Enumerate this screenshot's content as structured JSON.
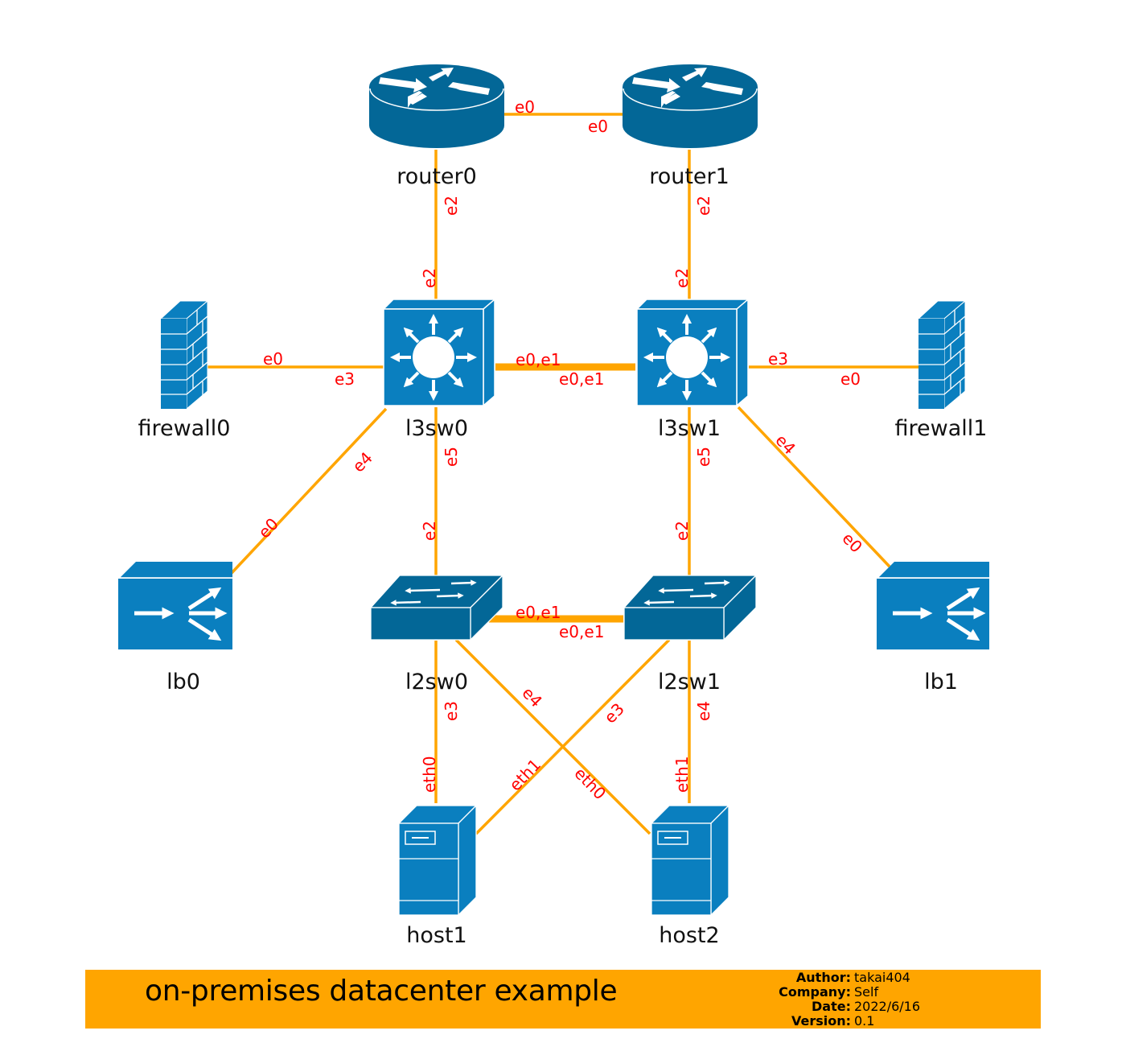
{
  "diagram": {
    "colors": {
      "link": "#ffa500",
      "port_label": "#ff0000",
      "device_dark": "#036797",
      "device": "#0a7fbf",
      "footer_bg": "#ffa500"
    },
    "nodes": [
      {
        "id": "router0",
        "label": "router0",
        "type": "router"
      },
      {
        "id": "router1",
        "label": "router1",
        "type": "router"
      },
      {
        "id": "l3sw0",
        "label": "l3sw0",
        "type": "l3-switch"
      },
      {
        "id": "l3sw1",
        "label": "l3sw1",
        "type": "l3-switch"
      },
      {
        "id": "firewall0",
        "label": "firewall0",
        "type": "firewall"
      },
      {
        "id": "firewall1",
        "label": "firewall1",
        "type": "firewall"
      },
      {
        "id": "lb0",
        "label": "lb0",
        "type": "load-balancer"
      },
      {
        "id": "lb1",
        "label": "lb1",
        "type": "load-balancer"
      },
      {
        "id": "l2sw0",
        "label": "l2sw0",
        "type": "l2-switch"
      },
      {
        "id": "l2sw1",
        "label": "l2sw1",
        "type": "l2-switch"
      },
      {
        "id": "host1",
        "label": "host1",
        "type": "server"
      },
      {
        "id": "host2",
        "label": "host2",
        "type": "server"
      }
    ],
    "links": [
      {
        "from": "router0",
        "from_port": "e0",
        "to": "router1",
        "to_port": "e0",
        "bundle": false
      },
      {
        "from": "router0",
        "from_port": "e2",
        "to": "l3sw0",
        "to_port": "e2",
        "bundle": false
      },
      {
        "from": "router1",
        "from_port": "e2",
        "to": "l3sw1",
        "to_port": "e2",
        "bundle": false
      },
      {
        "from": "firewall0",
        "from_port": "e0",
        "to": "l3sw0",
        "to_port": "e3",
        "bundle": false
      },
      {
        "from": "l3sw0",
        "from_port": "e0,e1",
        "to": "l3sw1",
        "to_port": "e0,e1",
        "bundle": true
      },
      {
        "from": "l3sw1",
        "from_port": "e3",
        "to": "firewall1",
        "to_port": "e0",
        "bundle": false
      },
      {
        "from": "l3sw0",
        "from_port": "e4",
        "to": "lb0",
        "to_port": "e0",
        "bundle": false
      },
      {
        "from": "l3sw0",
        "from_port": "e5",
        "to": "l2sw0",
        "to_port": "e2",
        "bundle": false
      },
      {
        "from": "l3sw1",
        "from_port": "e5",
        "to": "l2sw1",
        "to_port": "e2",
        "bundle": false
      },
      {
        "from": "l3sw1",
        "from_port": "e4",
        "to": "lb1",
        "to_port": "e0",
        "bundle": false
      },
      {
        "from": "l2sw0",
        "from_port": "e0,e1",
        "to": "l2sw1",
        "to_port": "e0,e1",
        "bundle": true
      },
      {
        "from": "l2sw0",
        "from_port": "e3",
        "to": "host1",
        "to_port": "eth0",
        "bundle": false
      },
      {
        "from": "l2sw0",
        "from_port": "e4",
        "to": "host2",
        "to_port": "eth0",
        "bundle": false
      },
      {
        "from": "l2sw1",
        "from_port": "e3",
        "to": "host1",
        "to_port": "eth1",
        "bundle": false
      },
      {
        "from": "l2sw1",
        "from_port": "e4",
        "to": "host2",
        "to_port": "eth1",
        "bundle": false
      }
    ]
  },
  "footer": {
    "title": "on-premises datacenter example",
    "meta": [
      {
        "key": "Author:",
        "value": "takai404"
      },
      {
        "key": "Company:",
        "value": "Self"
      },
      {
        "key": "Date:",
        "value": "2022/6/16"
      },
      {
        "key": "Version:",
        "value": "0.1"
      }
    ]
  }
}
